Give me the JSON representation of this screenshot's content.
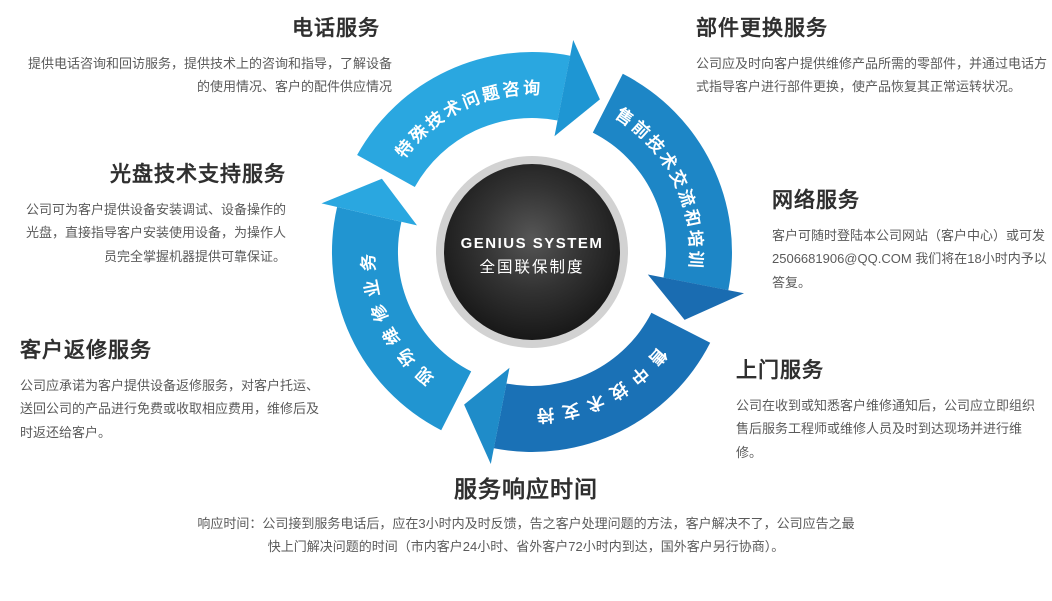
{
  "center": {
    "brand": "GENIUS SYSTEM",
    "subtitle": "全国联保制度"
  },
  "ring": {
    "arcs": [
      {
        "label": "特殊技术问题咨询"
      },
      {
        "label": "售前技术交流和培训"
      },
      {
        "label": "售中技术支持"
      },
      {
        "label": "现场维修业务"
      }
    ]
  },
  "sections": {
    "phone": {
      "title": "电话服务",
      "body": "提供电话咨询和回访服务，提供技术上的咨询和指导，了解设备的使用情况、客户的配件供应情况"
    },
    "parts": {
      "title": "部件更换服务",
      "body": "公司应及时向客户提供维修产品所需的零部件，并通过电话方式指导客户进行部件更换，使产品恢复其正常运转状况。"
    },
    "disc": {
      "title": "光盘技术支持服务",
      "body": "公司可为客户提供设备安装调试、设备操作的光盘，直接指导客户安装使用设备，为操作人员完全掌握机器提供可靠保证。"
    },
    "network": {
      "title": "网络服务",
      "body": "客户可随时登陆本公司网站（客户中心）或可发 2506681906@QQ.COM 我们将在18小时内予以答复。"
    },
    "return": {
      "title": "客户返修服务",
      "body": "公司应承诺为客户提供设备返修服务，对客户托运、送回公司的产品进行免费或收取相应费用，维修后及时返还给客户。"
    },
    "onsite": {
      "title": "上门服务",
      "body": "公司在收到或知悉客户维修通知后，公司应立即组织售后服务工程师或维修人员及时到达现场并进行维修。"
    },
    "response": {
      "title": "服务响应时间",
      "body": "响应时间：公司接到服务电话后，应在3小时内及时反馈，告之客户处理问题的方法，客户解决不了，公司应告之最快上门解决问题的时间（市内客户24小时、省外客户72小时内到达，国外客户另行协商）。"
    }
  },
  "colors": {
    "arc_top_left": "#2aa7e0",
    "arc_top_left_head": "#1e96d3",
    "arc_top_right": "#1d86c6",
    "arc_top_right_head": "#1a6cb1",
    "arc_bottom_right": "#1a71b6",
    "arc_bottom_right_head": "#1f8cc9",
    "arc_bottom_left": "#2195d1",
    "arc_bottom_left_head": "#2aa7e0",
    "center_bg": "#1e1e1e",
    "halo": "#d2d2d2",
    "label_text": "#ffffff"
  }
}
